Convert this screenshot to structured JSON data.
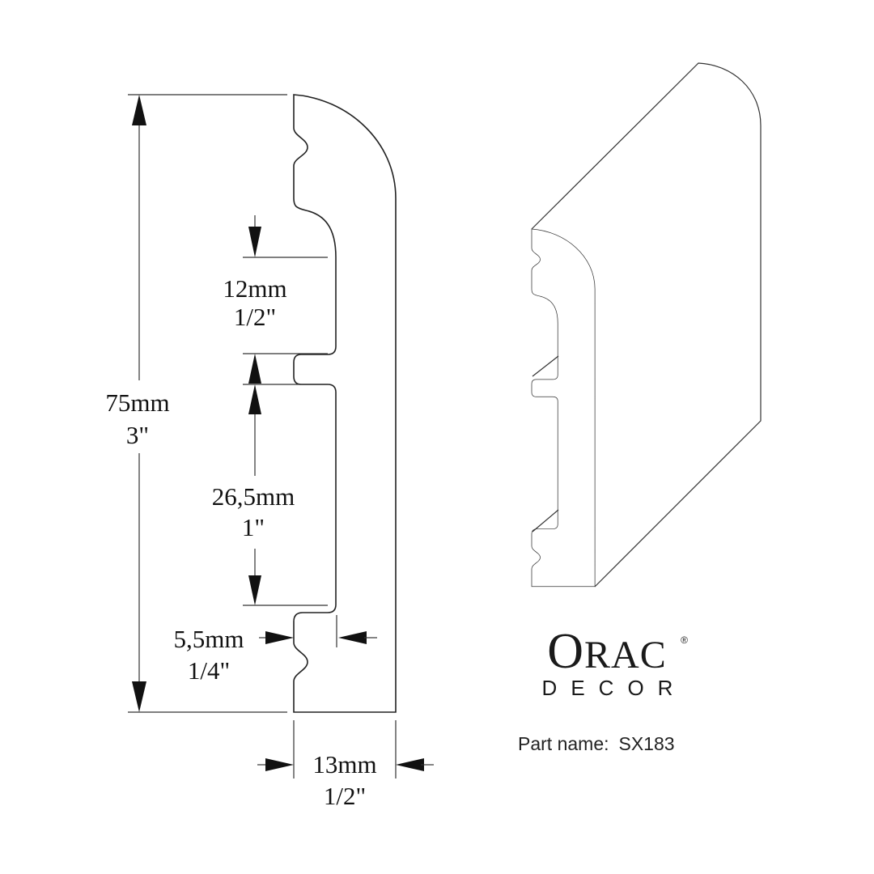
{
  "dimensions": {
    "height_total": {
      "mm": "75mm",
      "inch": "3\""
    },
    "top_recess": {
      "mm": "12mm",
      "inch": "1/2\""
    },
    "middle_recess": {
      "mm": "26,5mm",
      "inch": "1\""
    },
    "recess_depth": {
      "mm": "5,5mm",
      "inch": "1/4\""
    },
    "thickness": {
      "mm": "13mm",
      "inch": "1/2\""
    }
  },
  "brand": {
    "name_initial": "O",
    "name_rest": "RAC",
    "registered": "®",
    "sub": "DECOR"
  },
  "part": {
    "label": "Part name:",
    "value": "SX183"
  }
}
